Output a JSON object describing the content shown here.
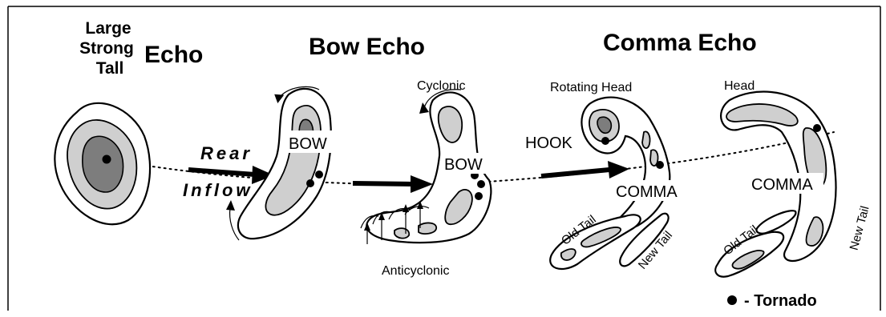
{
  "headings": {
    "large_strong_tall_line1": "Large",
    "large_strong_tall_line2": "Strong",
    "large_strong_tall_line3": "Tall",
    "echo": "Echo",
    "bow_echo": "Bow Echo",
    "comma_echo": "Comma Echo"
  },
  "labels": {
    "rear": "Rear",
    "inflow": "Inflow",
    "bow_1": "BOW",
    "bow_2": "BOW",
    "cyclonic": "Cyclonic",
    "anticyclonic": "Anticyclonic",
    "rotating_head": "Rotating Head",
    "hook": "HOOK",
    "comma_1": "COMMA",
    "old_tail_1": "Old  Tail",
    "new_tail_1": "New Tail",
    "head": "Head",
    "comma_2": "COMMA",
    "old_tail_2": "Old  Tail",
    "new_tail_2": "New Tail"
  },
  "legend": {
    "tornado": "- Tornado"
  },
  "colors": {
    "core": "#7d7d7d",
    "mid": "#cfcfcf",
    "outline": "#000000"
  }
}
